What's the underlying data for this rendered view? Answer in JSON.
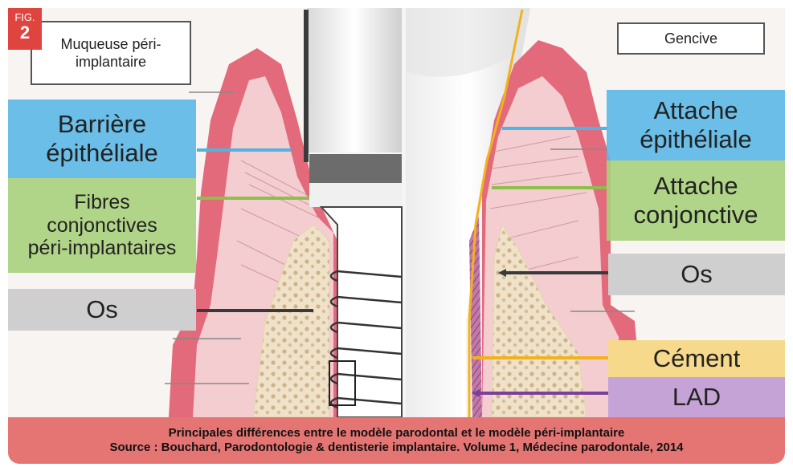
{
  "figure": {
    "tag": "FIG.",
    "number": "2"
  },
  "left_header": "Muqueuse péri-implantaire",
  "right_header": "Gencive",
  "left_labels": {
    "barriere": [
      "Barrière",
      "épithéliale"
    ],
    "fibres": [
      "Fibres",
      "conjonctives",
      "péri-implantaires"
    ],
    "os": "Os"
  },
  "right_labels": {
    "attache_epi": [
      "Attache",
      "épithéliale"
    ],
    "attache_conj": [
      "Attache",
      "conjonctive"
    ],
    "os": "Os",
    "cement": "Cément",
    "lad": "LAD"
  },
  "caption": {
    "line1": "Principales différences entre le modèle parodontal et le modèle péri-implantaire",
    "line2": "Source : Bouchard, Parodontologie & dentisterie implantaire. Volume 1, Médecine parodontale, 2014"
  },
  "colors": {
    "blue": "#4fb3e3",
    "green": "#8cc04b",
    "dark": "#3a3a3a",
    "yellow": "#f2b21d",
    "purple": "#7a3f9b",
    "gum": "#e36a7a",
    "tissue": "#f3cdd0",
    "bone": "#efe2c8",
    "caption_bg": "#e57573",
    "fig_bg": "#e0443f"
  }
}
